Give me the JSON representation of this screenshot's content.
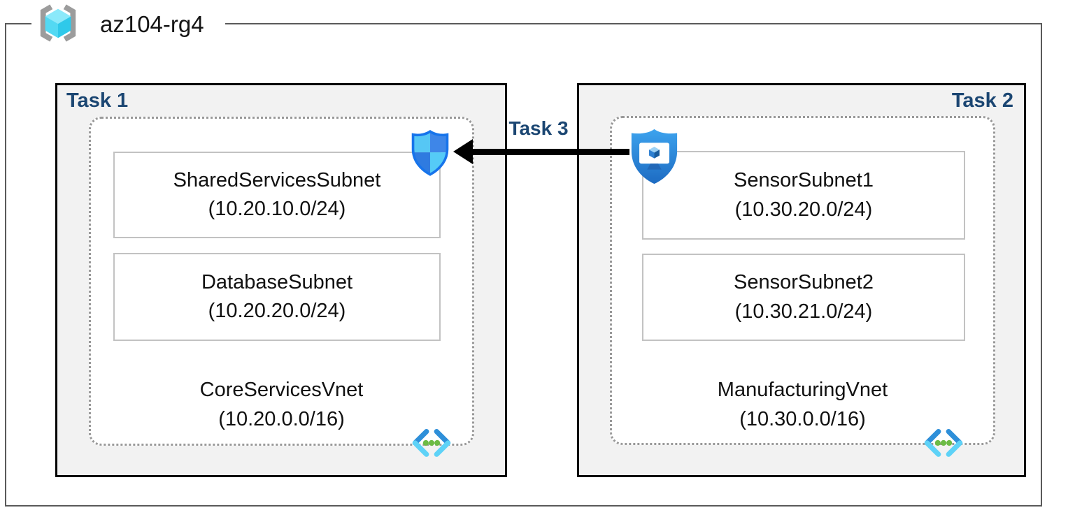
{
  "resource_group": {
    "name": "az104-rg4",
    "icon": "resource-group-icon"
  },
  "panels": [
    {
      "task_label": "Task 1",
      "subnets": [
        {
          "name": "SharedServicesSubnet",
          "cidr": "(10.20.10.0/24)"
        },
        {
          "name": "DatabaseSubnet",
          "cidr": "(10.20.20.0/24)"
        }
      ],
      "vnet": {
        "name": "CoreServicesVnet",
        "cidr": "(10.20.0.0/16)",
        "icon": "virtual-network-icon"
      },
      "badge_icon": "network-security-group-icon"
    },
    {
      "task_label": "Task 2",
      "subnets": [
        {
          "name": "SensorSubnet1",
          "cidr": "(10.30.20.0/24)"
        },
        {
          "name": "SensorSubnet2",
          "cidr": "(10.30.21.0/24)"
        }
      ],
      "vnet": {
        "name": "ManufacturingVnet",
        "cidr": "(10.30.0.0/16)",
        "icon": "virtual-network-icon"
      },
      "badge_icon": "bastion-icon"
    }
  ],
  "connection": {
    "label": "Task 3",
    "direction": "right-to-left",
    "color": "#000000"
  },
  "colors": {
    "task_label_text": "#1B4672",
    "panel_fill": "#F2F2F2",
    "panel_border": "#000000",
    "subnet_border": "#C2C2C2",
    "dotted_border": "#999999",
    "frame_border": "#5A5A5A",
    "vnet_chevron_blue": "#2E8FD9",
    "vnet_chevron_cyan": "#5ED2F7",
    "vnet_dot_green": "#6CBB45",
    "shield_blue": "#1774EB"
  }
}
